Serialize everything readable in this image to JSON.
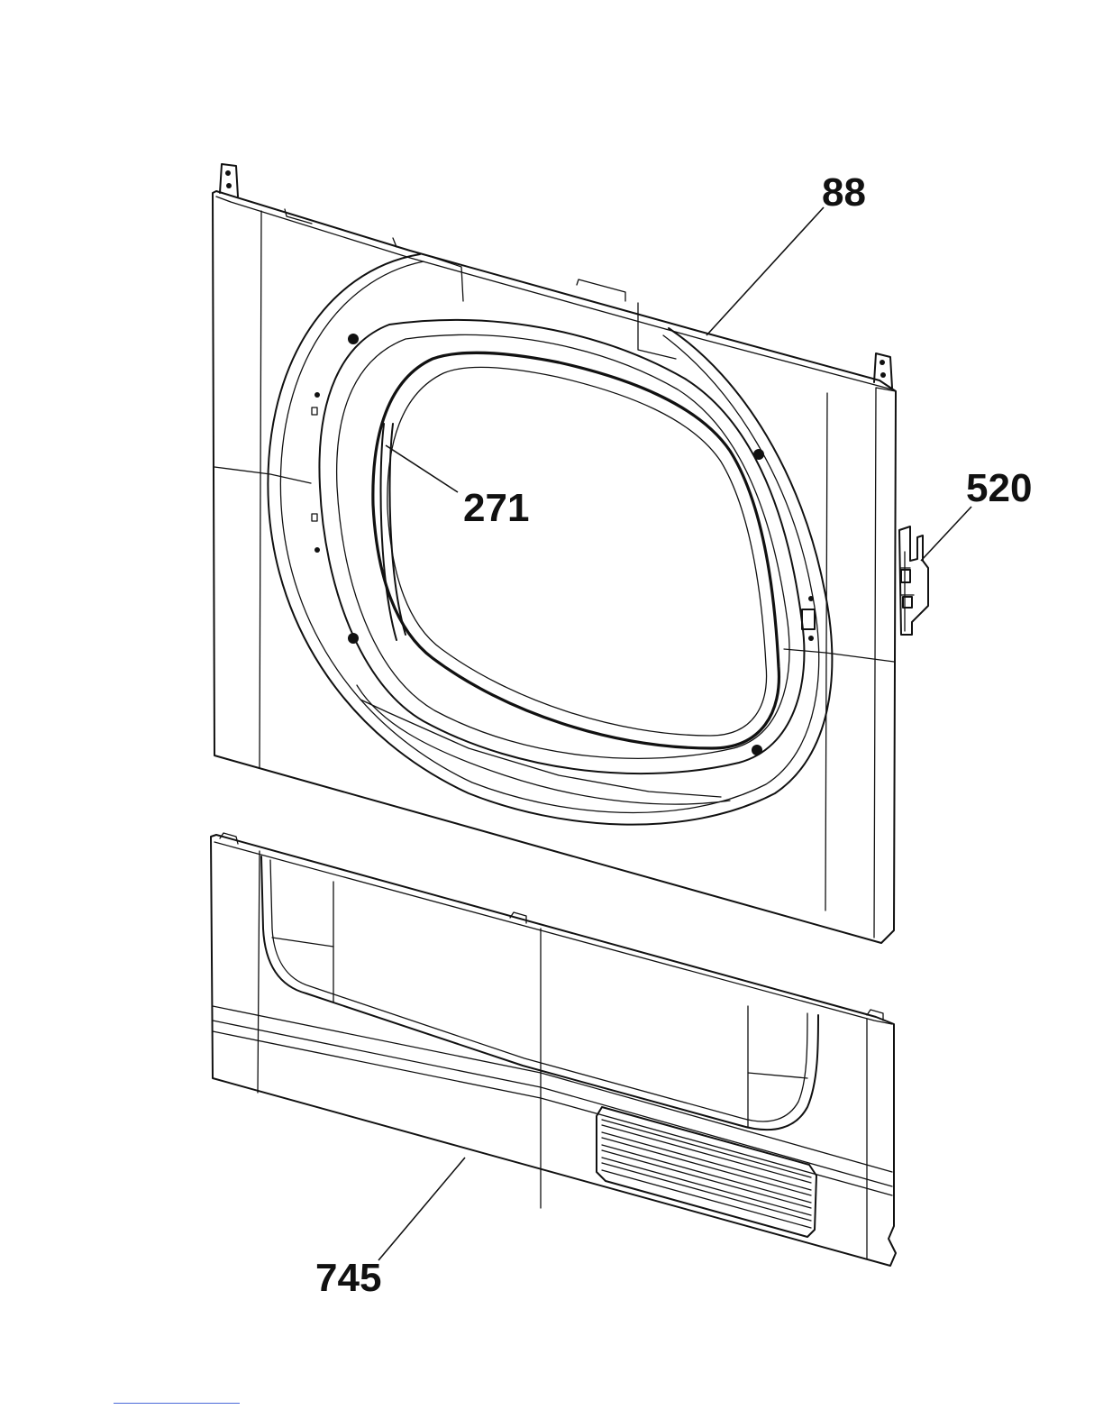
{
  "callouts": {
    "front_panel": "88",
    "door_seal": "271",
    "door_switch": "520",
    "kick_panel": "745"
  }
}
